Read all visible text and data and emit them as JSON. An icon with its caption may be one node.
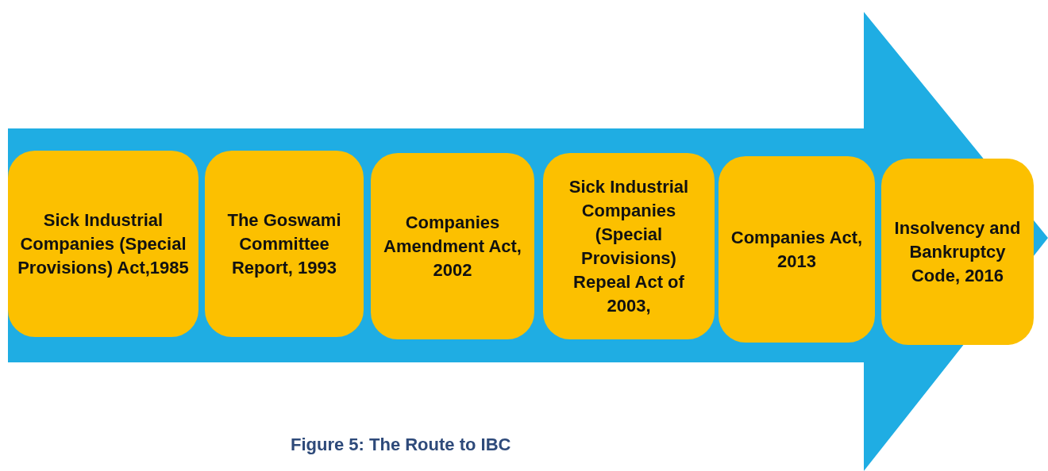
{
  "diagram": {
    "caption": "Figure 5: The Route to IBC",
    "nodes": [
      {
        "text": [
          "Sick Industrial Companies (Special Provisions) Act,1985"
        ]
      },
      {
        "text": [
          "The Goswami Committee Report, 1993"
        ]
      },
      {
        "text": [
          "Companies Amendment Act, 2002"
        ]
      },
      {
        "text": [
          "Sick Industrial Companies (Special Provisions) Repeal Act of 2003,"
        ]
      },
      {
        "text": [
          "Companies Act, 2013"
        ]
      },
      {
        "text": [
          "Insolvency and Bankruptcy Code, 2016"
        ]
      }
    ],
    "edges": []
  }
}
